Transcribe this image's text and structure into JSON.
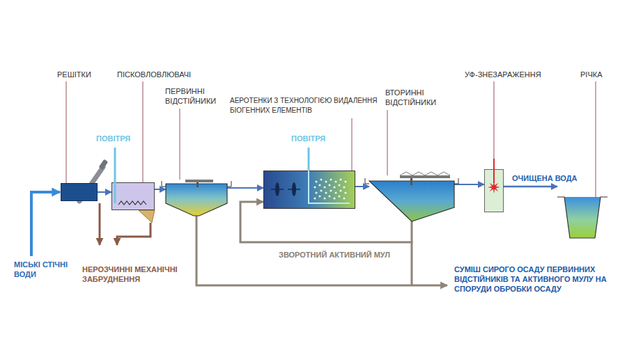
{
  "diagram": {
    "nodes": [
      {
        "text": [
          "РЕШІТКИ"
        ]
      },
      {
        "text": [
          "ПІСКОВЛОВЛЮВАЧІ"
        ]
      },
      {
        "text": [
          "ПЕРВИННІ ВІДСТІЙНИКИ"
        ]
      },
      {
        "text": [
          "АЕРОТЕНКИ З ТЕХНОЛОГІЄЮ ВИДАЛЕННЯ БІОГЕННИХ ЕЛЕМЕНТІВ"
        ]
      },
      {
        "text": [
          "ВТОРИННІ ВІДСТІЙНИКИ"
        ]
      },
      {
        "text": [
          "УФ-ЗНЕЗАРАЖЕННЯ"
        ]
      },
      {
        "text": [
          "РІЧКА"
        ]
      }
    ],
    "edges": [
      {
        "from": 0,
        "to": 1,
        "arrow": "to"
      },
      {
        "from": 1,
        "to": 2,
        "arrow": "to"
      },
      {
        "from": 2,
        "to": 3,
        "arrow": "to"
      },
      {
        "from": 3,
        "to": 4,
        "arrow": "to"
      },
      {
        "from": 4,
        "to": 5,
        "arrow": "to"
      },
      {
        "from": 5,
        "to": 6,
        "label": "ОЧИЩЕНА ВОДА",
        "arrow": "to"
      },
      {
        "from": 4,
        "to": 3,
        "label": "ЗВОРОТНИЙ АКТИВНИЙ МУЛ",
        "arrow": "to"
      }
    ],
    "labels": [
      "ПОВІТРЯ",
      "ПОВІТРЯ",
      "МІСЬКІ СТІЧНІ ВОДИ",
      "НЕРОЗЧИННІ МЕХАНІЧНІ ЗАБРУДНЕННЯ",
      "СУМІШ СИРОГО ОСАДУ ПЕРВИННИХ ВІДСТІЙНИКІВ ТА АКТИВНОГО МУЛУ НА СПОРУДИ ОБРОБКИ ОСАДУ"
    ]
  }
}
